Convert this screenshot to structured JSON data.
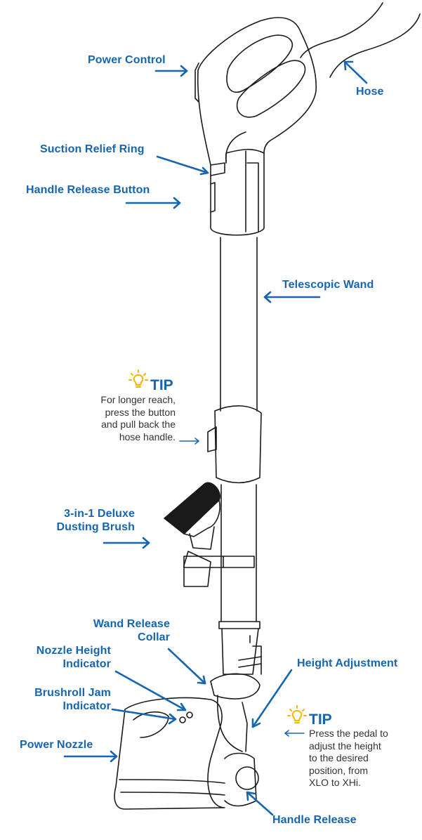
{
  "colors": {
    "label": "#1565b0",
    "tip_text": "#333333",
    "bulb": "#f4b400",
    "line": "#1a1a1a"
  },
  "labels": {
    "power_control": "Power Control",
    "hose": "Hose",
    "suction_relief_ring": "Suction Relief Ring",
    "handle_release_button": "Handle Release Button",
    "telescopic_wand": "Telescopic Wand",
    "dusting_brush": [
      "3-in-1 Deluxe",
      "Dusting Brush"
    ],
    "wand_release_collar": [
      "Wand Release",
      "Collar"
    ],
    "nozzle_height_indicator": [
      "Nozzle Height",
      "Indicator"
    ],
    "brushroll_jam_indicator": [
      "Brushroll Jam",
      "Indicator"
    ],
    "height_adjustment": "Height Adjustment",
    "power_nozzle": "Power Nozzle",
    "handle_release": "Handle Release"
  },
  "tips": [
    {
      "title": "TIP",
      "icon": "lightbulb-icon",
      "lines": [
        "For longer reach,",
        "press the button",
        "and pull back the",
        "hose handle."
      ]
    },
    {
      "title": "TIP",
      "icon": "lightbulb-icon",
      "lines": [
        "Press the pedal to",
        "adjust the height",
        "to the desired",
        "position, from",
        "XLO to XHi."
      ]
    }
  ]
}
